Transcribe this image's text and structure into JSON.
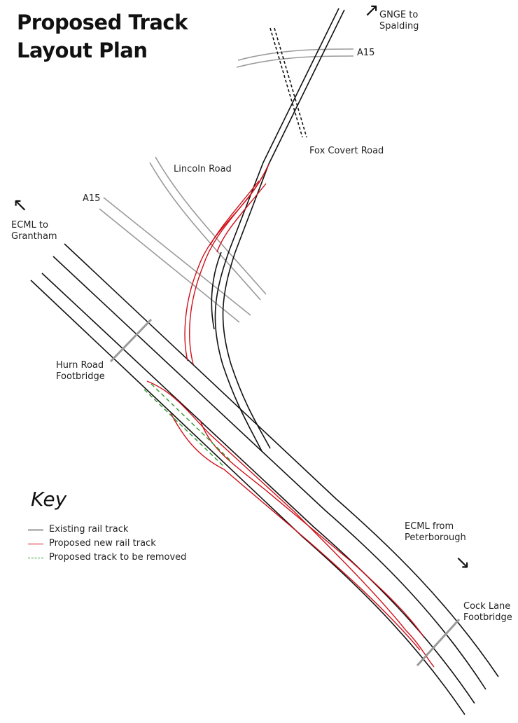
{
  "title": {
    "line1": "Proposed Track",
    "line2": "Layout Plan"
  },
  "labels": {
    "gnge_line1": "GNGE to",
    "gnge_line2": "Spalding",
    "a15_top": "A15",
    "fox_covert_road": "Fox Covert Road",
    "lincoln_road": "Lincoln Road",
    "a15_left": "A15",
    "ecml_grantham_line1": "ECML to",
    "ecml_grantham_line2": "Grantham",
    "hurn_road_line1": "Hurn Road",
    "hurn_road_line2": "Footbridge",
    "ecml_peterborough_line1": "ECML from",
    "ecml_peterborough_line2": "Peterborough",
    "cock_lane_line1": "Cock Lane",
    "cock_lane_line2": "Footbridge"
  },
  "key": {
    "heading": "Key",
    "items": [
      {
        "label": "Existing rail track",
        "color": "#111111",
        "style": "solid"
      },
      {
        "label": "Proposed new rail track",
        "color": "#d0101a",
        "style": "solid"
      },
      {
        "label": "Proposed track to be removed",
        "color": "#2c9a2c",
        "style": "dashed"
      }
    ]
  },
  "colors": {
    "existing": "#111111",
    "proposed": "#d0101a",
    "removed": "#2c9a2c",
    "road": "#9a9a9a"
  }
}
